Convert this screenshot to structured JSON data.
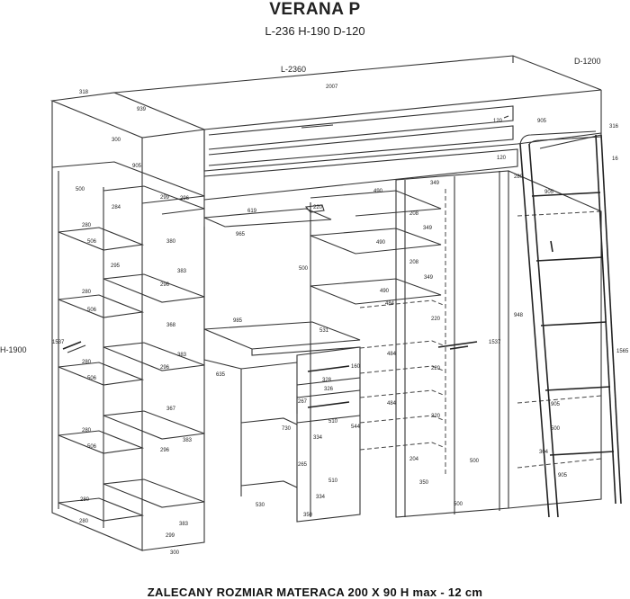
{
  "header": {
    "title": "VERANA P",
    "subtitle": "L-236 H-190 D-120"
  },
  "footer": {
    "note": "ZALECANY ROZMIAR MATERACA 200 X 90  H max - 12 cm"
  },
  "overall": {
    "length_label": "L-2360",
    "height_label": "H-1900",
    "depth_label": "D-1200"
  },
  "dimensions": [
    {
      "text": "318"
    },
    {
      "text": "2007"
    },
    {
      "text": "939"
    },
    {
      "text": "120"
    },
    {
      "text": "905"
    },
    {
      "text": "316"
    },
    {
      "text": "120"
    },
    {
      "text": "16"
    },
    {
      "text": "300"
    },
    {
      "text": "905"
    },
    {
      "text": "500"
    },
    {
      "text": "299"
    },
    {
      "text": "296"
    },
    {
      "text": "284"
    },
    {
      "text": "619"
    },
    {
      "text": "220"
    },
    {
      "text": "490"
    },
    {
      "text": "349"
    },
    {
      "text": "280"
    },
    {
      "text": "905"
    },
    {
      "text": "280"
    },
    {
      "text": "506"
    },
    {
      "text": "380"
    },
    {
      "text": "965"
    },
    {
      "text": "208"
    },
    {
      "text": "349"
    },
    {
      "text": "490"
    },
    {
      "text": "295"
    },
    {
      "text": "383"
    },
    {
      "text": "500"
    },
    {
      "text": "208"
    },
    {
      "text": "349"
    },
    {
      "text": "280"
    },
    {
      "text": "296"
    },
    {
      "text": "490"
    },
    {
      "text": "506"
    },
    {
      "text": "368"
    },
    {
      "text": "484"
    },
    {
      "text": "948"
    },
    {
      "text": "985"
    },
    {
      "text": "220"
    },
    {
      "text": "1537"
    },
    {
      "text": "531"
    },
    {
      "text": "1537"
    },
    {
      "text": "280"
    },
    {
      "text": "383"
    },
    {
      "text": "484"
    },
    {
      "text": "1565"
    },
    {
      "text": "296"
    },
    {
      "text": "160"
    },
    {
      "text": "506"
    },
    {
      "text": "635"
    },
    {
      "text": "328"
    },
    {
      "text": "220"
    },
    {
      "text": "326"
    },
    {
      "text": "484"
    },
    {
      "text": "905"
    },
    {
      "text": "367"
    },
    {
      "text": "267"
    },
    {
      "text": "510"
    },
    {
      "text": "544"
    },
    {
      "text": "220"
    },
    {
      "text": "280"
    },
    {
      "text": "730"
    },
    {
      "text": "334"
    },
    {
      "text": "500"
    },
    {
      "text": "506"
    },
    {
      "text": "383"
    },
    {
      "text": "296"
    },
    {
      "text": "204"
    },
    {
      "text": "500"
    },
    {
      "text": "304"
    },
    {
      "text": "265"
    },
    {
      "text": "510"
    },
    {
      "text": "350"
    },
    {
      "text": "905"
    },
    {
      "text": "280"
    },
    {
      "text": "334"
    },
    {
      "text": "500"
    },
    {
      "text": "530"
    },
    {
      "text": "350"
    },
    {
      "text": "383"
    },
    {
      "text": "299"
    },
    {
      "text": "300"
    },
    {
      "text": "280"
    }
  ]
}
